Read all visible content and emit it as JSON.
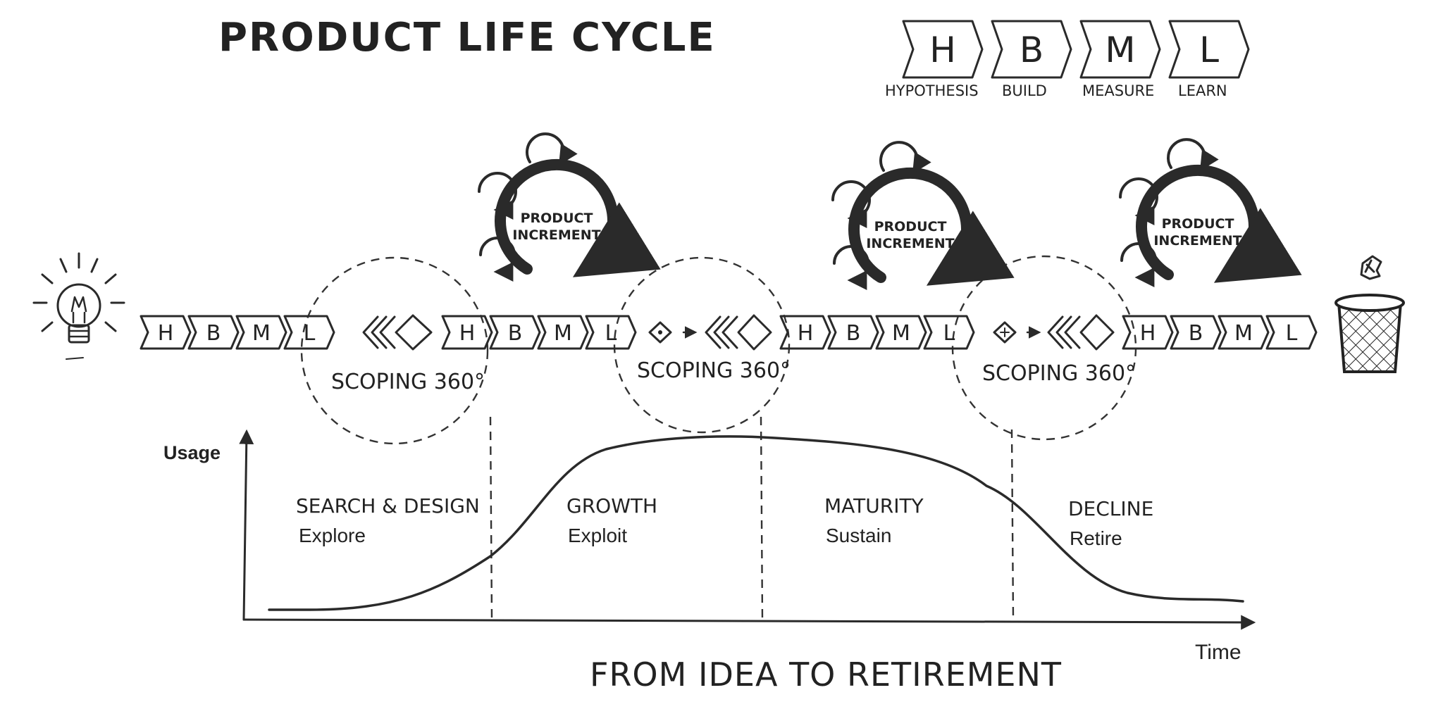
{
  "title": "PRODUCT LIFE CYCLE",
  "legend": {
    "items": [
      {
        "letter": "H",
        "label": "HYPOTHESIS"
      },
      {
        "letter": "B",
        "label": "BUILD"
      },
      {
        "letter": "M",
        "label": "MEASURE"
      },
      {
        "letter": "L",
        "label": "LEARN"
      }
    ]
  },
  "cycle_letters": [
    "H",
    "B",
    "M",
    "L"
  ],
  "scoping_label": "SCOPING 360°",
  "increment_label_line1": "PRODUCT",
  "increment_label_line2": "INCREMENT",
  "axes": {
    "y_label": "Usage",
    "x_label": "Time"
  },
  "phases": [
    {
      "name": "SEARCH & DESIGN",
      "mode": "Explore"
    },
    {
      "name": "GROWTH",
      "mode": "Exploit"
    },
    {
      "name": "MATURITY",
      "mode": "Sustain"
    },
    {
      "name": "DECLINE",
      "mode": "Retire"
    }
  ],
  "footer": "FROM IDEA TO RETIREMENT",
  "icons": {
    "start": "lightbulb-icon",
    "end": "trash-can-icon"
  },
  "colors": {
    "ink": "#2a2a2a",
    "background": "#ffffff"
  }
}
